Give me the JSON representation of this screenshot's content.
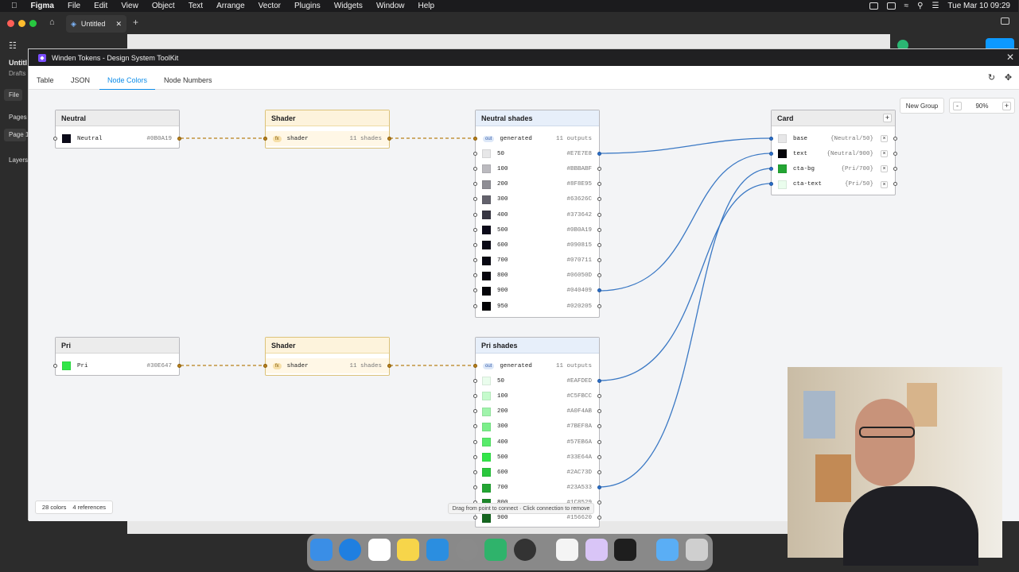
{
  "menubar": {
    "app": "Figma",
    "menus": [
      "File",
      "Edit",
      "View",
      "Object",
      "Text",
      "Arrange",
      "Vector",
      "Plugins",
      "Widgets",
      "Window",
      "Help"
    ],
    "clock": "Tue Mar 10  09:29"
  },
  "figma": {
    "tab_title": "Untitled",
    "file_name": "Untitl",
    "drafts": "Drafts",
    "panel_file": "File",
    "pages": "Pages",
    "page1": "Page 1",
    "layers": "Layers"
  },
  "plugin": {
    "title": "Winden Tokens - Design System ToolKit",
    "tabs": [
      "Table",
      "JSON",
      "Node Colors",
      "Node Numbers"
    ],
    "active_tab": "Node Colors",
    "new_group": "New Group",
    "zoom_minus": "-",
    "zoom": "90%",
    "zoom_plus": "+",
    "footer_colors": "28 colors",
    "footer_refs": "4 references",
    "hint": "Drag from point to connect · Click connection to remove"
  },
  "nodes": {
    "neutral": {
      "title": "Neutral",
      "label": "Neutral",
      "value": "#0B0A19",
      "color": "#0b0a19"
    },
    "pri": {
      "title": "Pri",
      "label": "Pri",
      "value": "#30E647",
      "color": "#30e647"
    },
    "shader1": {
      "title": "Shader",
      "badge": "fx",
      "label": "shader",
      "value": "11 shades"
    },
    "shader2": {
      "title": "Shader",
      "badge": "fx",
      "label": "shader",
      "value": "11 shades"
    },
    "neutral_shades": {
      "title": "Neutral shades",
      "badge": "out",
      "gen_label": "generated",
      "gen_value": "11 outputs",
      "rows": [
        {
          "label": "50",
          "value": "#E7E7E8",
          "color": "#e7e7e8"
        },
        {
          "label": "100",
          "value": "#BBBABF",
          "color": "#bbbabf"
        },
        {
          "label": "200",
          "value": "#8F8E95",
          "color": "#8f8e95"
        },
        {
          "label": "300",
          "value": "#63626C",
          "color": "#63626c"
        },
        {
          "label": "400",
          "value": "#373642",
          "color": "#373642"
        },
        {
          "label": "500",
          "value": "#0B0A19",
          "color": "#0b0a19"
        },
        {
          "label": "600",
          "value": "#090815",
          "color": "#090815"
        },
        {
          "label": "700",
          "value": "#070711",
          "color": "#070711"
        },
        {
          "label": "800",
          "value": "#06050D",
          "color": "#06050d"
        },
        {
          "label": "900",
          "value": "#040409",
          "color": "#040409"
        },
        {
          "label": "950",
          "value": "#020205",
          "color": "#020205"
        }
      ]
    },
    "pri_shades": {
      "title": "Pri shades",
      "badge": "out",
      "gen_label": "generated",
      "gen_value": "11 outputs",
      "rows": [
        {
          "label": "50",
          "value": "#EAFDED",
          "color": "#eafded"
        },
        {
          "label": "100",
          "value": "#C5FBCC",
          "color": "#c5fbcc"
        },
        {
          "label": "200",
          "value": "#A0F4AB",
          "color": "#a0f4ab"
        },
        {
          "label": "300",
          "value": "#7BEF8A",
          "color": "#7bef8a"
        },
        {
          "label": "400",
          "value": "#57EB6A",
          "color": "#57eb6a"
        },
        {
          "label": "500",
          "value": "#33E64A",
          "color": "#33e64a"
        },
        {
          "label": "600",
          "value": "#2AC73D",
          "color": "#2ac73d"
        },
        {
          "label": "700",
          "value": "#23A533",
          "color": "#23a533"
        },
        {
          "label": "800",
          "value": "#1C8529",
          "color": "#1c8529"
        },
        {
          "label": "900",
          "value": "#156620",
          "color": "#156620"
        }
      ]
    },
    "card": {
      "title": "Card",
      "add": "+",
      "remove": "×",
      "rows": [
        {
          "label": "base",
          "value": "{Neutral/50}",
          "color": "#e7e7e8"
        },
        {
          "label": "text",
          "value": "{Neutral/900}",
          "color": "#040409"
        },
        {
          "label": "cta-bg",
          "value": "{Pri/700}",
          "color": "#23a533"
        },
        {
          "label": "cta-text",
          "value": "{Pri/50}",
          "color": "#eafded"
        }
      ]
    }
  },
  "colors": {
    "accent": "#0c8ce9",
    "wire_blue": "#3a78c4",
    "wire_orange": "#b9801a"
  }
}
